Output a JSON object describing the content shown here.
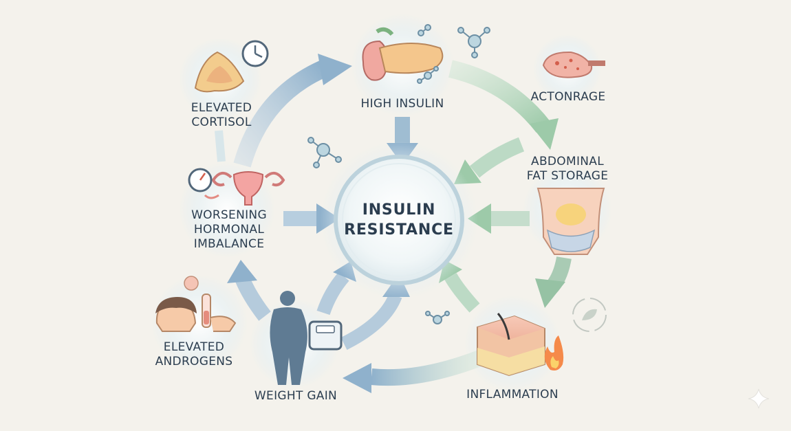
{
  "center": {
    "line1": "INSULIN",
    "line2": "RESISTANCE"
  },
  "nodes": {
    "elevated_cortisol": {
      "line1": "ELEVATED",
      "line2": "CORTISOL"
    },
    "high_insulin": {
      "line1": "HIGH INSULIN"
    },
    "actonrage": {
      "line1": "ACTONRAGE"
    },
    "abdominal_fat_storage": {
      "line1": "ABDOMINAL",
      "line2": "FAT STORAGE"
    },
    "worsening_hormonal_imbalance": {
      "line1": "WORSENING",
      "line2": "HORMONAL",
      "line3": "IMBALANCE"
    },
    "elevated_androgens": {
      "line1": "ELEVATED",
      "line2": "ANDROGENS"
    },
    "weight_gain": {
      "line1": "WEIGHT GAIN"
    },
    "inflammation": {
      "line1": "INFLAMMATION"
    }
  },
  "colors": {
    "background": "#f4f2ec",
    "text": "#2b3d4f",
    "arrow_blue": "#a9c3d8",
    "arrow_green": "#bfdcc7",
    "circle_glow": "#e4eef2",
    "center_ring": "#bcd2dc"
  },
  "icons": [
    "adrenal-gland-icon",
    "clock-icon",
    "pancreas-icon",
    "molecule-icon",
    "fat-cell-icon",
    "abdomen-icon",
    "uterus-icon",
    "gauge-icon",
    "person-icon",
    "test-tube-icon",
    "body-silhouette-icon",
    "scale-icon",
    "skin-layers-icon",
    "flame-icon",
    "leaf-cycle-icon",
    "sparkle-icon"
  ]
}
